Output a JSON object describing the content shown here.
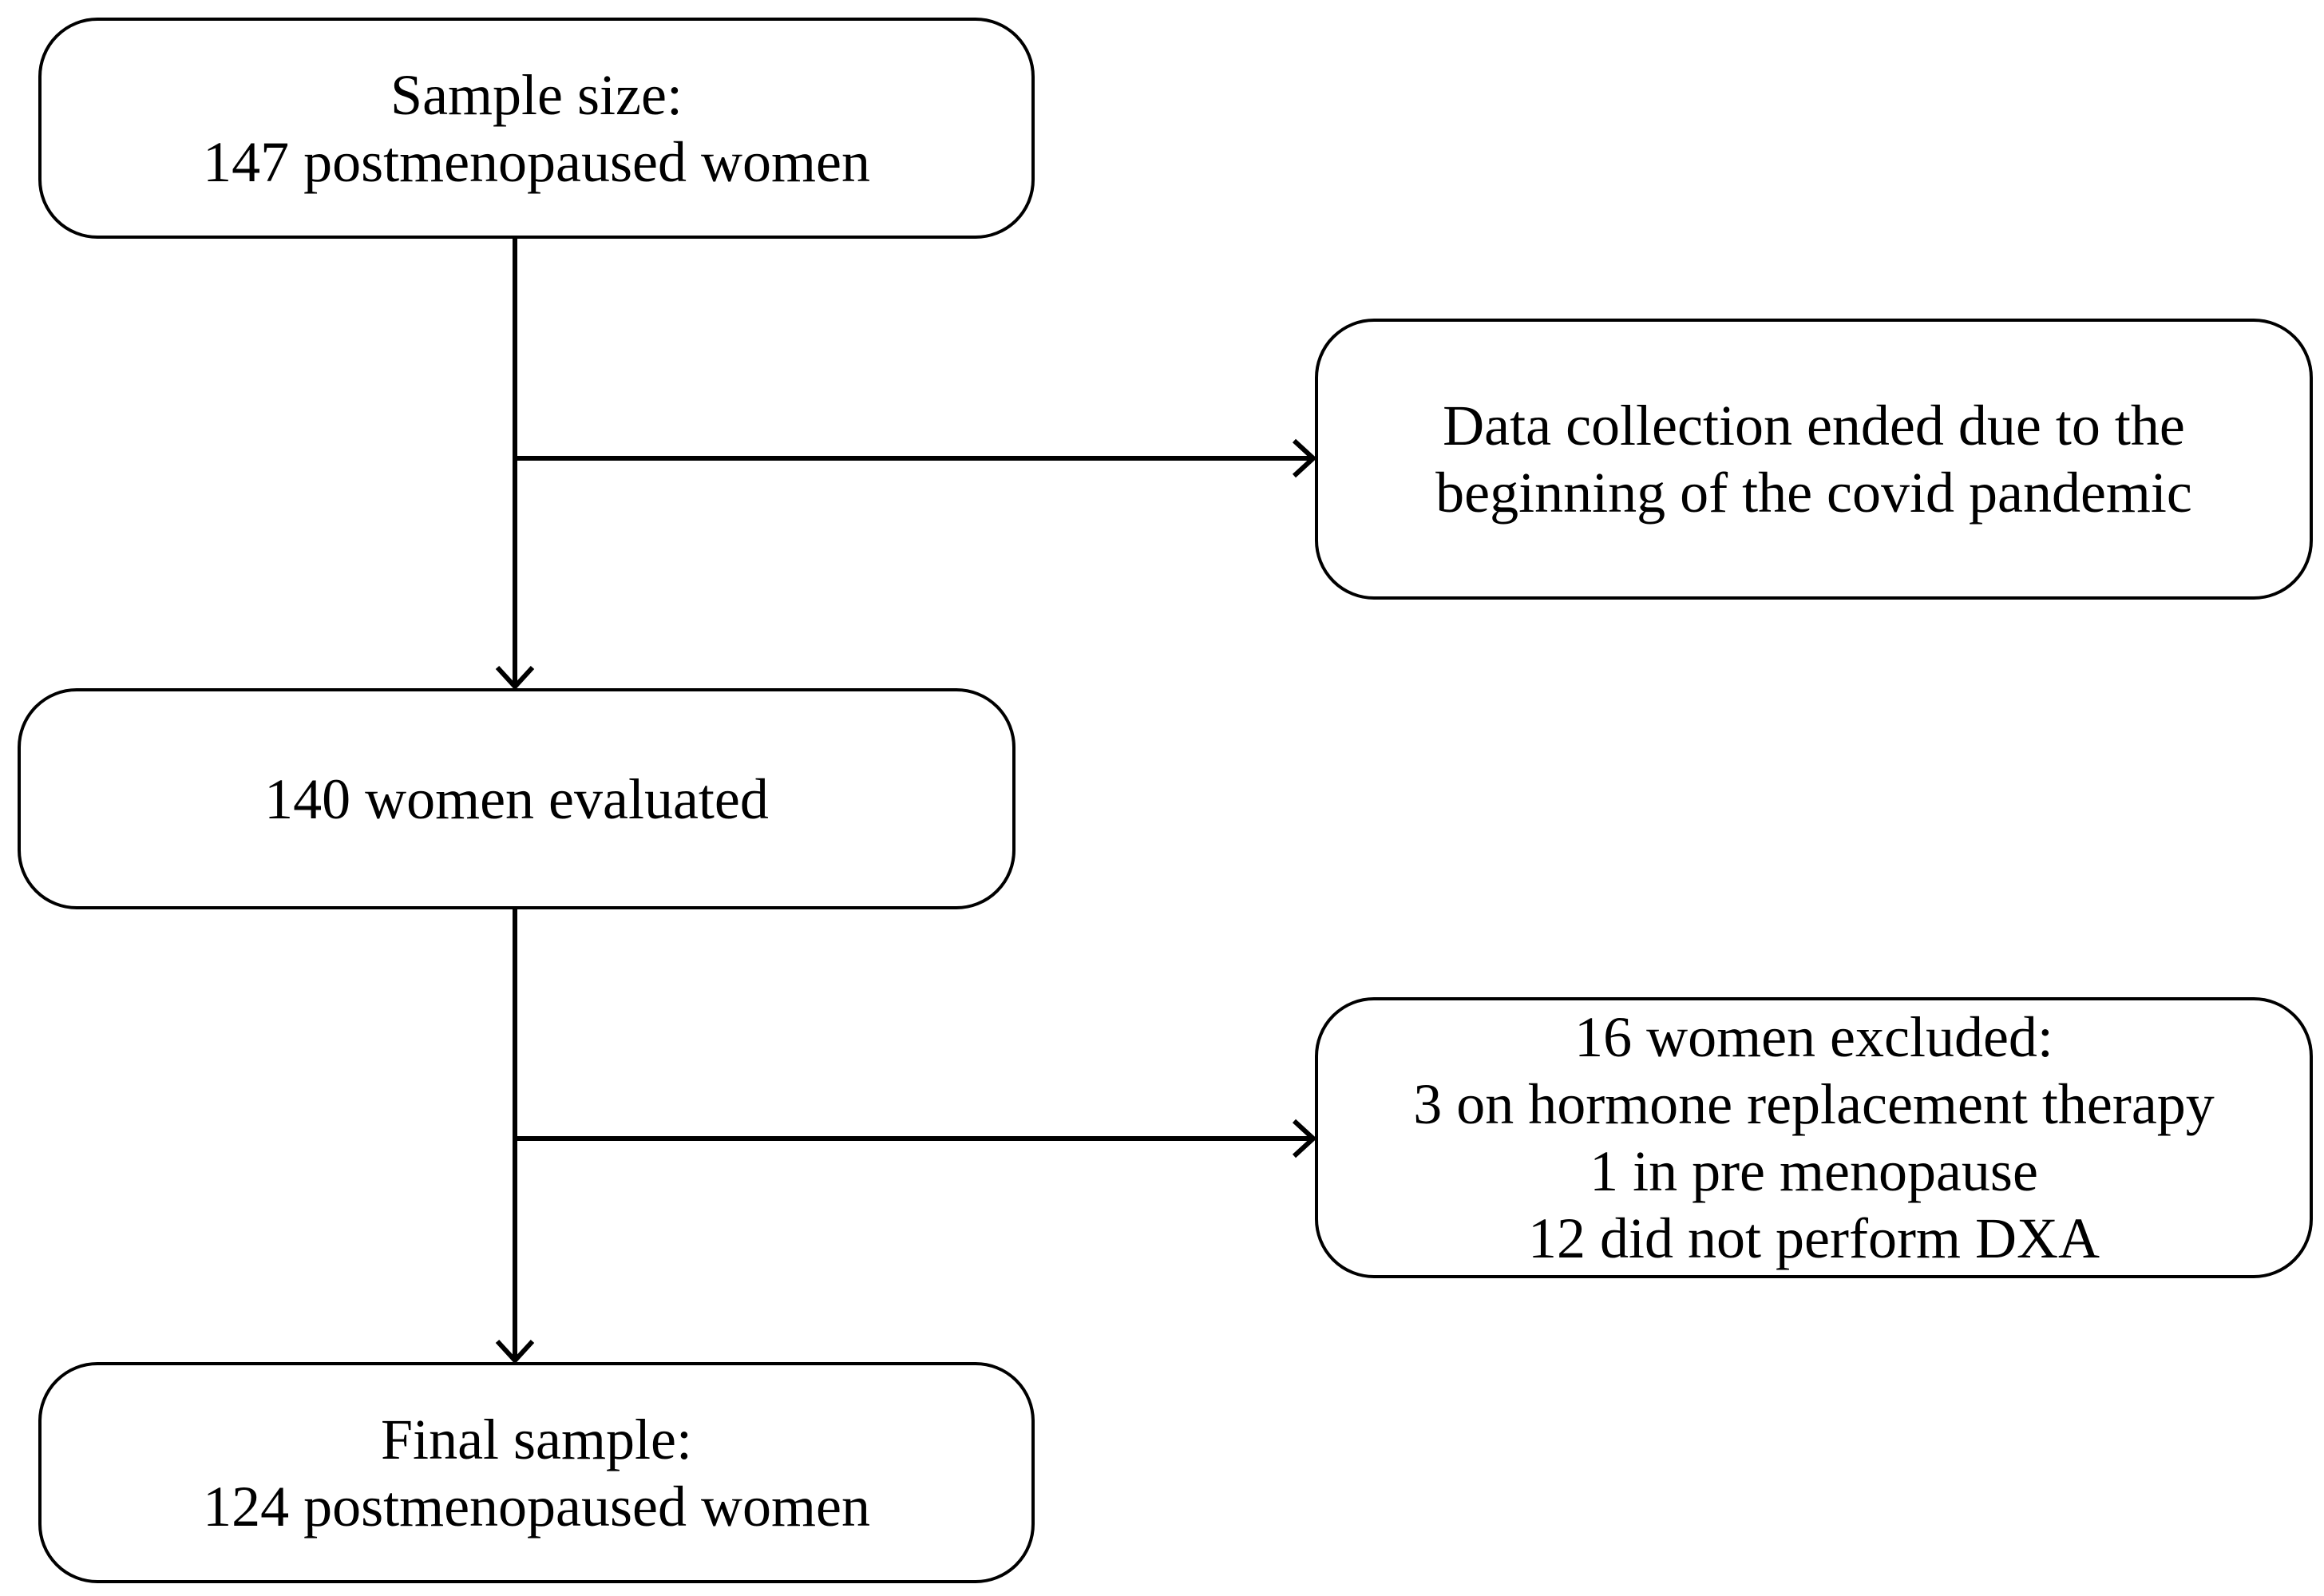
{
  "flowchart": {
    "start_box": {
      "line1": "Sample size:",
      "line2": "147 postmenopaused women"
    },
    "covid_box": {
      "line1": "Data collection ended due to the",
      "line2": "beginning of the covid pandemic"
    },
    "evaluated_box": {
      "line1": "140 women evaluated"
    },
    "excluded_box": {
      "line1": "16 women excluded:",
      "line2": "3 on hormone replacement therapy",
      "line3": "1 in pre menopause",
      "line4": "12 did not perform DXA"
    },
    "final_box": {
      "line1": "Final sample:",
      "line2": "124 postmenopaused women"
    }
  },
  "colors": {
    "stroke": "#000000",
    "background": "#ffffff"
  }
}
